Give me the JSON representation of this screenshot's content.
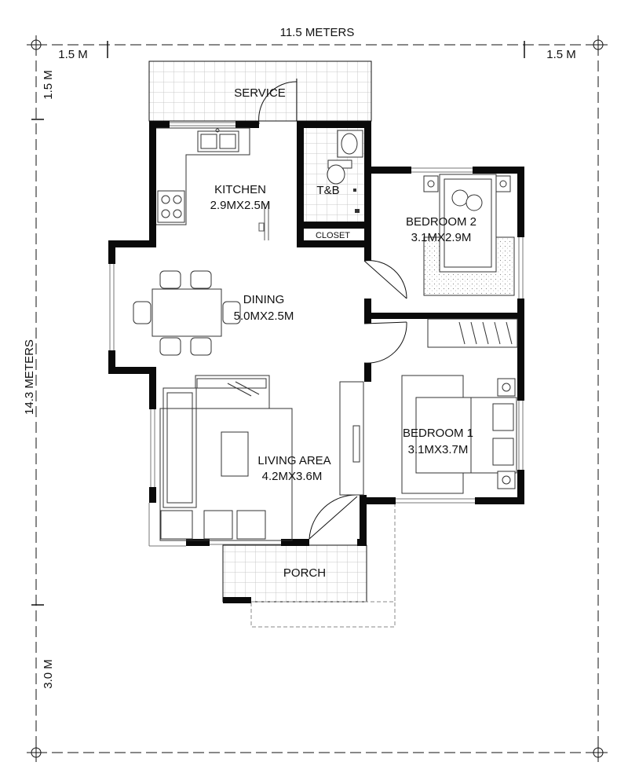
{
  "dimensions": {
    "overall_width": "11.5 METERS",
    "overall_depth": "14.3 METERS",
    "left_setback": "1.5 M",
    "right_setback": "1.5 M",
    "rear_setback": "1.5 M",
    "front_setback": "3.0 M"
  },
  "rooms": {
    "service": "SERVICE",
    "kitchen": {
      "name": "KITCHEN",
      "size": "2.9MX2.5M"
    },
    "tb": "T&B",
    "closet": "CLOSET",
    "bedroom2": {
      "name": "BEDROOM 2",
      "size": "3.1MX2.9M"
    },
    "dining": {
      "name": "DINING",
      "size": "5.0MX2.5M"
    },
    "living": {
      "name": "LIVING AREA",
      "size": "4.2MX3.6M"
    },
    "bedroom1": {
      "name": "BEDROOM 1",
      "size": "3.1MX3.7M"
    },
    "porch": "PORCH"
  },
  "colors": {
    "wall": "#0a0a0a",
    "tile": "#c8c8c8",
    "line": "#222222",
    "glass": "#9a9a9a"
  }
}
